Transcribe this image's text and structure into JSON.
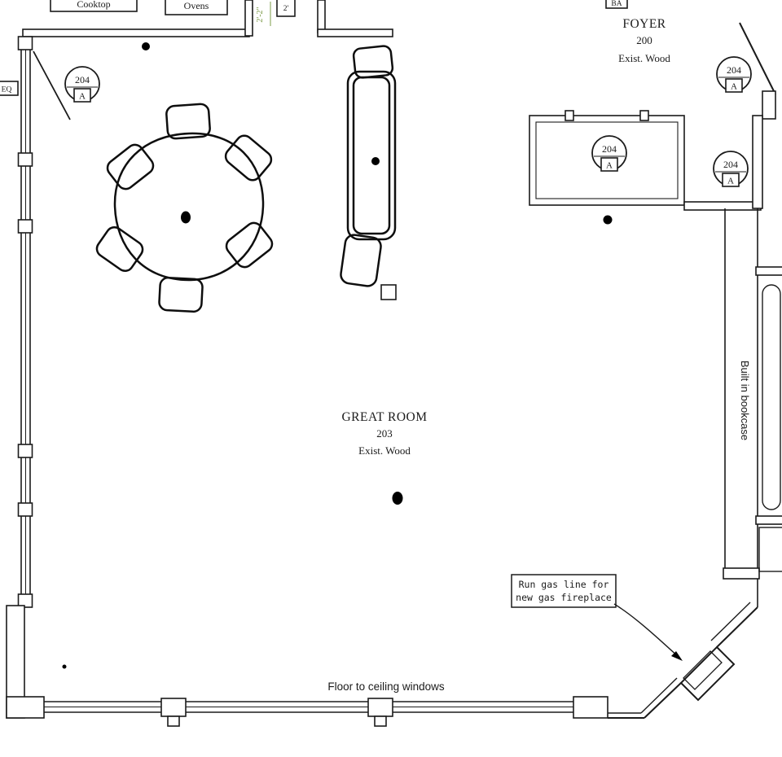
{
  "rooms": {
    "great_room": {
      "name": "GREAT ROOM",
      "number": "203",
      "finish": "Exist. Wood"
    },
    "foyer": {
      "name": "FOYER",
      "number": "200",
      "finish": "Exist. Wood"
    }
  },
  "annotations": {
    "cooktop": "Cooktop",
    "ovens": "Ovens",
    "eq": "EQ",
    "bookcase": "Built in bookcase",
    "windows": "Floor to ceiling windows",
    "gas_line_1": "Run gas line for",
    "gas_line_2": "new gas fireplace",
    "dim_green": "2'-2\"",
    "dim_box": "2'",
    "partial_tag": "BA"
  },
  "tags": [
    {
      "number": "204",
      "letter": "A"
    },
    {
      "number": "204",
      "letter": "A"
    },
    {
      "number": "204",
      "letter": "A"
    },
    {
      "number": "204",
      "letter": "A"
    }
  ],
  "colors": {
    "ink": "#1b1b1b",
    "dim_green": "#7d9c4a"
  }
}
